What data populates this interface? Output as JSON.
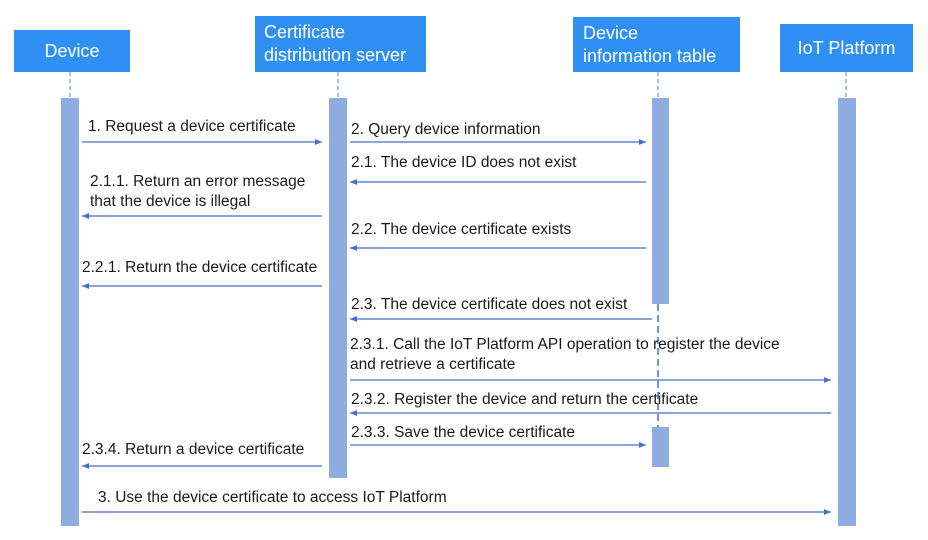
{
  "colors": {
    "actor_fill": "#2f8ff2",
    "lifeline": "#8eacdf",
    "arrow": "#4472c4",
    "text": "#1a1a1a"
  },
  "participants": [
    {
      "id": "device",
      "label": "Device"
    },
    {
      "id": "server",
      "label": "Certificate\ndistribution server"
    },
    {
      "id": "table",
      "label": "Device\ninformation table"
    },
    {
      "id": "iot",
      "label": "IoT Platform"
    }
  ],
  "messages": [
    {
      "from": "device",
      "to": "server",
      "label": "1. Request a device certificate"
    },
    {
      "from": "server",
      "to": "table",
      "label": "2. Query device information"
    },
    {
      "from": "table",
      "to": "server",
      "label": "2.1. The device ID does not exist"
    },
    {
      "from": "server",
      "to": "device",
      "label": "2.1.1. Return an error message\nthat the device is illegal"
    },
    {
      "from": "table",
      "to": "server",
      "label": "2.2. The device certificate exists"
    },
    {
      "from": "server",
      "to": "device",
      "label": "2.2.1. Return the device certificate"
    },
    {
      "from": "table",
      "to": "server",
      "label": "2.3. The device certificate does not exist"
    },
    {
      "from": "server",
      "to": "iot",
      "label": "2.3.1. Call the IoT Platform API operation to register the device\nand retrieve a certificate"
    },
    {
      "from": "iot",
      "to": "server",
      "label": "2.3.2. Register the device and return the certificate"
    },
    {
      "from": "server",
      "to": "table",
      "label": "2.3.3. Save the device certificate"
    },
    {
      "from": "server",
      "to": "device",
      "label": "2.3.4. Return a device certificate"
    },
    {
      "from": "device",
      "to": "iot",
      "label": "3. Use the device certificate to access IoT Platform"
    }
  ]
}
